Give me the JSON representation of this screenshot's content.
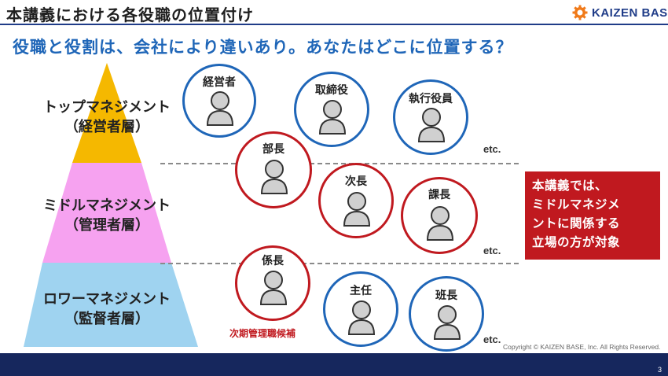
{
  "header": {
    "title": "本講義における各役職の位置付け",
    "logo_text": "KAIZEN BASE",
    "logo_icon": "gear-icon"
  },
  "subtitle": "役職と役割は、会社により違いあり。あなたはどこに位置する？",
  "levels": [
    {
      "name": "トップマネジメント",
      "sub": "（経営者層）",
      "color": "#f5b800"
    },
    {
      "name": "ミドルマネジメント",
      "sub": "（管理者層）",
      "color": "#f6a2f0"
    },
    {
      "name": "ロワーマネジメント",
      "sub": "（監督者層）",
      "color": "#9fd3f0"
    }
  ],
  "roles": {
    "top": [
      "経営者",
      "取締役",
      "執行役員"
    ],
    "middle": [
      "部長",
      "次長",
      "課長"
    ],
    "lower": [
      "係長",
      "主任",
      "班長"
    ]
  },
  "etc_label": "etc.",
  "candidate_label": "次期管理職候補",
  "callout": {
    "lines": [
      "本講義では、",
      "ミドルマネジメ",
      "ントに関係する",
      "立場の方が対象"
    ]
  },
  "colors": {
    "blue_ring": "#1f66b8",
    "red_ring": "#c0191f",
    "person_fill": "#d0d0d0",
    "footer": "#16275d"
  },
  "footer": {
    "copyright": "Copyright ©  KAIZEN BASE, Inc.  All Rights Reserved.",
    "page_number": "3"
  }
}
